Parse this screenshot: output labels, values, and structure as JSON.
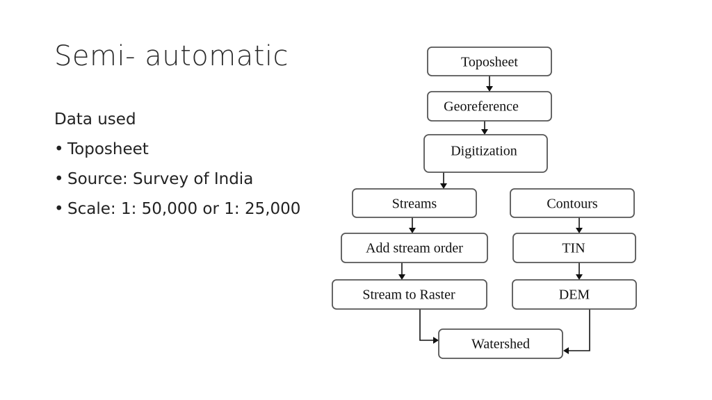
{
  "title": "Semi- automatic",
  "data_section": {
    "heading": "Data used",
    "bullets": [
      "Toposheet",
      "Source: Survey of India",
      "Scale: 1: 50,000 or 1: 25,000"
    ]
  },
  "flowchart": {
    "nodes": {
      "toposheet": "Toposheet",
      "georeference": "Georeference",
      "digitization": "Digitization",
      "streams": "Streams",
      "contours": "Contours",
      "add_stream_order": "Add stream order",
      "tin": "TIN",
      "stream_to_raster": "Stream to Raster",
      "dem": "DEM",
      "watershed": "Watershed"
    },
    "edges": [
      [
        "toposheet",
        "georeference"
      ],
      [
        "georeference",
        "digitization"
      ],
      [
        "digitization",
        "streams"
      ],
      [
        "streams",
        "add_stream_order"
      ],
      [
        "add_stream_order",
        "stream_to_raster"
      ],
      [
        "contours",
        "tin"
      ],
      [
        "tin",
        "dem"
      ],
      [
        "stream_to_raster",
        "watershed"
      ],
      [
        "dem",
        "watershed"
      ]
    ]
  }
}
